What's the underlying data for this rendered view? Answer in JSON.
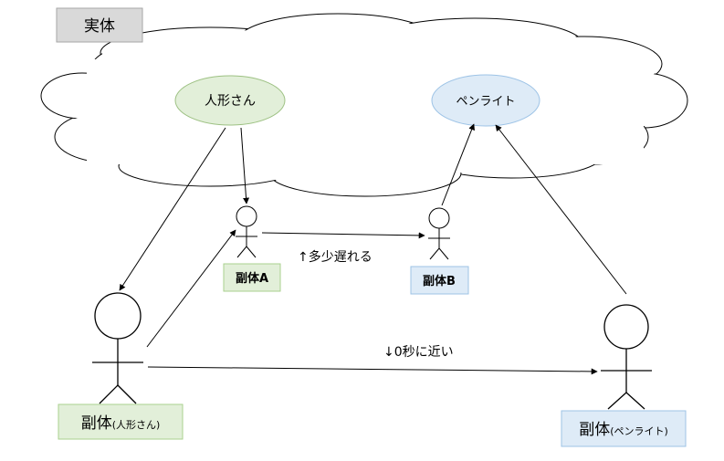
{
  "title_box": {
    "label": "実体"
  },
  "entities": {
    "doll": {
      "label": "人形さん",
      "fill": "#e2efd9",
      "stroke": "#9dc183"
    },
    "penlight": {
      "label": "ペンライト",
      "fill": "#deebf7",
      "stroke": "#9dc3e6"
    }
  },
  "replicas": {
    "a": {
      "label": "副体A",
      "fill": "#e2efd9",
      "stroke": "#a9d08e"
    },
    "b": {
      "label": "副体B",
      "fill": "#deebf7",
      "stroke": "#9dc3e6"
    },
    "doll": {
      "label_main": "副体",
      "label_sub": "(人形さん)",
      "fill": "#e2efd9",
      "stroke": "#a9d08e"
    },
    "penlight": {
      "label_main": "副体",
      "label_sub": "(ペンライト)",
      "fill": "#deebf7",
      "stroke": "#9dc3e6"
    }
  },
  "annotations": {
    "slight_delay": "↑多少遅れる",
    "near_zero": "↓0秒に近い"
  }
}
